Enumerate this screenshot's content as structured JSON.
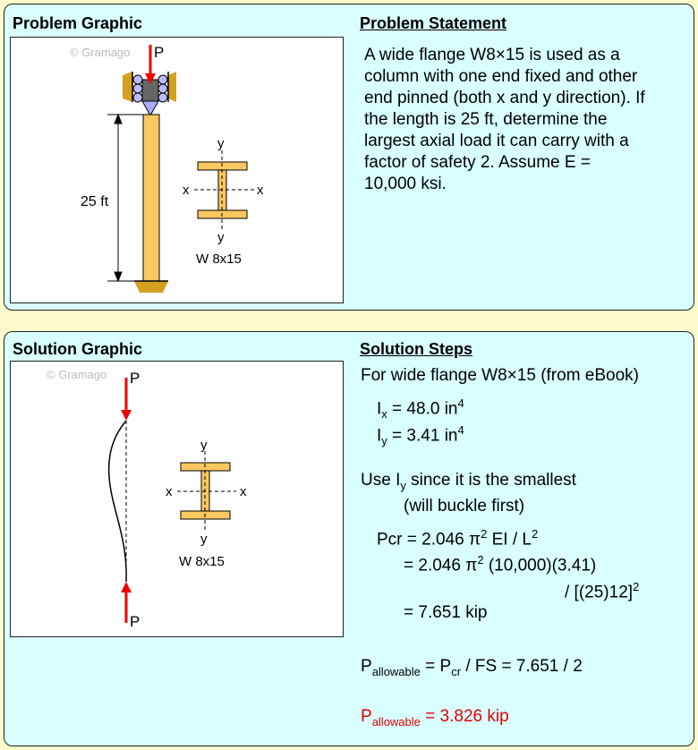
{
  "problem": {
    "graphic_title": "Problem Graphic",
    "statement_title": "Problem Statement",
    "statement_lines": [
      "A wide flange W8×15 is used as a",
      "column with one end fixed and other",
      "end pinned (both x and y direction). If",
      "the length is 25 ft, determine the",
      "largest axial load it can carry with a",
      "factor of safety 2. Assume E =",
      "10,000 ksi."
    ],
    "graphic": {
      "watermark": "© Gramago",
      "load": "P",
      "length": "25 ft",
      "axis_x": "x",
      "axis_y": "y",
      "section": "W 8x15"
    }
  },
  "solution": {
    "graphic_title": "Solution Graphic",
    "steps_title": "Solution Steps",
    "graphic": {
      "watermark": "© Gramago",
      "load": "P",
      "axis_x": "x",
      "axis_y": "y",
      "section": "W 8x15"
    },
    "l1": "For wide flange W8×15 (from eBook)",
    "ix_a": "I",
    "ix_sub": "x",
    "ix_b": " = 48.0 in",
    "ix_sup": "4",
    "iy_a": "I",
    "iy_sub": "y",
    "iy_b": " = 3.41 in",
    "iy_sup": "4",
    "use_a": "Use I",
    "use_sub": "y",
    "use_b": " since it is the smallest",
    "buckle": "(will buckle first)",
    "pcr_a": "Pcr = 2.046 π",
    "pcr_sup1": "2",
    "pcr_b": " EI / L",
    "pcr_sup2": "2",
    "eq_a": "= 2.046 π",
    "eq_sup": "2",
    "eq_b": " (10,000)(3.41)",
    "div_a": "/ [(25)12]",
    "div_sup": "2",
    "res": "= 7.651 kip",
    "pa_a": "P",
    "pa_sub": "allowable",
    "pa_b": " = P",
    "pa_sub2": "cr",
    "pa_c": " / FS = 7.651 / 2",
    "fin_a": "P",
    "fin_sub": "allowable",
    "fin_b": " = 3.826 kip"
  },
  "colors": {
    "answer": "#e00000",
    "panel": "#d9ffff",
    "background": "#fffbcc",
    "column": "#fcc860"
  }
}
